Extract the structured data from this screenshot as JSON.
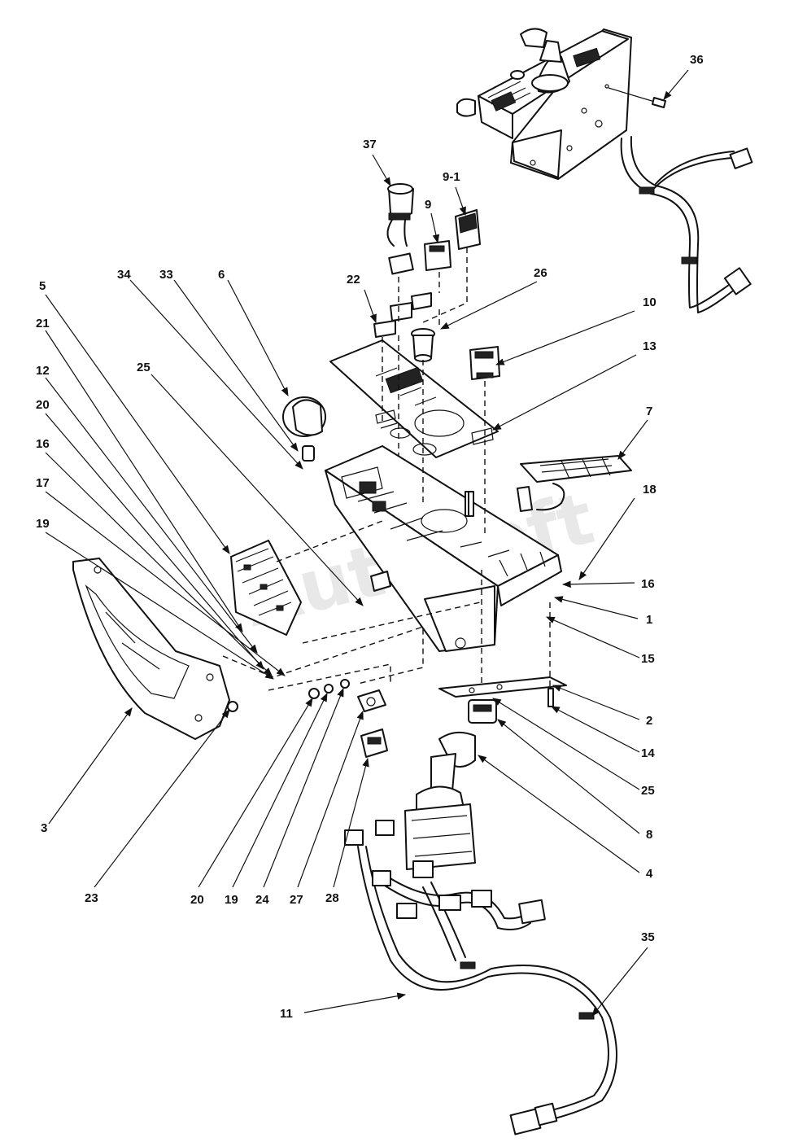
{
  "watermark": "AutoSoft",
  "callouts": [
    {
      "id": "36",
      "label": "36"
    },
    {
      "id": "37",
      "label": "37"
    },
    {
      "id": "9-1",
      "label": "9-1"
    },
    {
      "id": "9",
      "label": "9"
    },
    {
      "id": "5",
      "label": "5"
    },
    {
      "id": "34",
      "label": "34"
    },
    {
      "id": "33",
      "label": "33"
    },
    {
      "id": "6",
      "label": "6"
    },
    {
      "id": "22",
      "label": "22"
    },
    {
      "id": "26",
      "label": "26"
    },
    {
      "id": "10",
      "label": "10"
    },
    {
      "id": "21",
      "label": "21"
    },
    {
      "id": "12",
      "label": "12"
    },
    {
      "id": "25a",
      "label": "25"
    },
    {
      "id": "13",
      "label": "13"
    },
    {
      "id": "20a",
      "label": "20"
    },
    {
      "id": "7",
      "label": "7"
    },
    {
      "id": "16a",
      "label": "16"
    },
    {
      "id": "17",
      "label": "17"
    },
    {
      "id": "18",
      "label": "18"
    },
    {
      "id": "19a",
      "label": "19"
    },
    {
      "id": "16b",
      "label": "16"
    },
    {
      "id": "1",
      "label": "1"
    },
    {
      "id": "15",
      "label": "15"
    },
    {
      "id": "2",
      "label": "2"
    },
    {
      "id": "14",
      "label": "14"
    },
    {
      "id": "25b",
      "label": "25"
    },
    {
      "id": "3",
      "label": "3"
    },
    {
      "id": "8",
      "label": "8"
    },
    {
      "id": "4",
      "label": "4"
    },
    {
      "id": "23",
      "label": "23"
    },
    {
      "id": "20b",
      "label": "20"
    },
    {
      "id": "19b",
      "label": "19"
    },
    {
      "id": "24",
      "label": "24"
    },
    {
      "id": "27",
      "label": "27"
    },
    {
      "id": "28",
      "label": "28"
    },
    {
      "id": "35",
      "label": "35"
    },
    {
      "id": "11",
      "label": "11"
    }
  ]
}
